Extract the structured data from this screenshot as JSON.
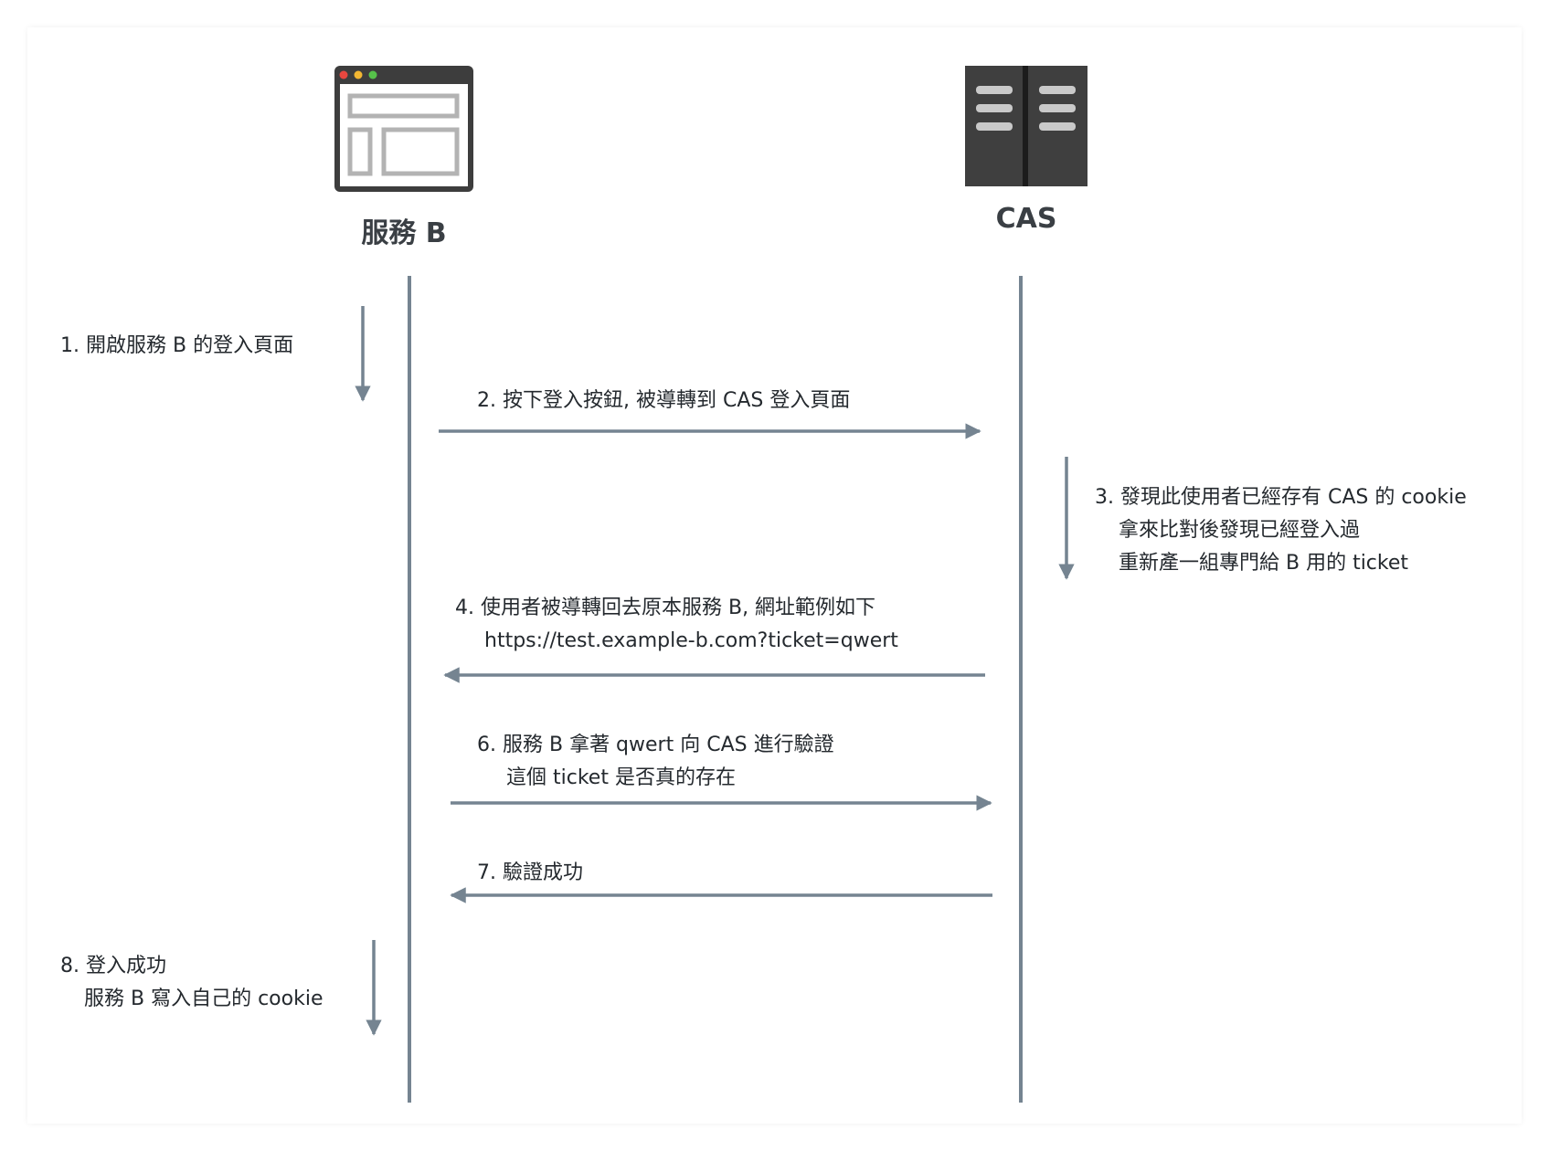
{
  "actors": {
    "service_b": {
      "label": "服務 B",
      "icon": "browser-window-icon"
    },
    "cas": {
      "label": "CAS",
      "icon": "server-icon"
    }
  },
  "colors": {
    "line": "#758491",
    "arrow": "#758491",
    "window_frame": "#3d3d3d",
    "window_inner": "#b3b3b3",
    "server_body": "#3f3f3f",
    "dot_red": "#e8473f",
    "dot_yellow": "#f2b632",
    "dot_green": "#56c24a"
  },
  "steps": [
    {
      "id": "1",
      "lines": [
        "1. 開啟服務 B 的登入頁面"
      ]
    },
    {
      "id": "2",
      "lines": [
        "2. 按下登入按鈕, 被導轉到 CAS 登入頁面"
      ]
    },
    {
      "id": "3",
      "lines": [
        "3. 發現此使用者已經存有 CAS 的 cookie",
        "拿來比對後發現已經登入過",
        "重新產一組專門給 B 用的 ticket"
      ]
    },
    {
      "id": "4",
      "lines": [
        "4. 使用者被導轉回去原本服務 B, 網址範例如下",
        "https://test.example-b.com?ticket=qwert"
      ]
    },
    {
      "id": "6",
      "lines": [
        "6. 服務 B 拿著 qwert 向 CAS 進行驗證",
        "這個 ticket 是否真的存在"
      ]
    },
    {
      "id": "7",
      "lines": [
        "7. 驗證成功"
      ]
    },
    {
      "id": "8",
      "lines": [
        "8. 登入成功",
        "服務 B 寫入自己的 cookie"
      ]
    }
  ]
}
